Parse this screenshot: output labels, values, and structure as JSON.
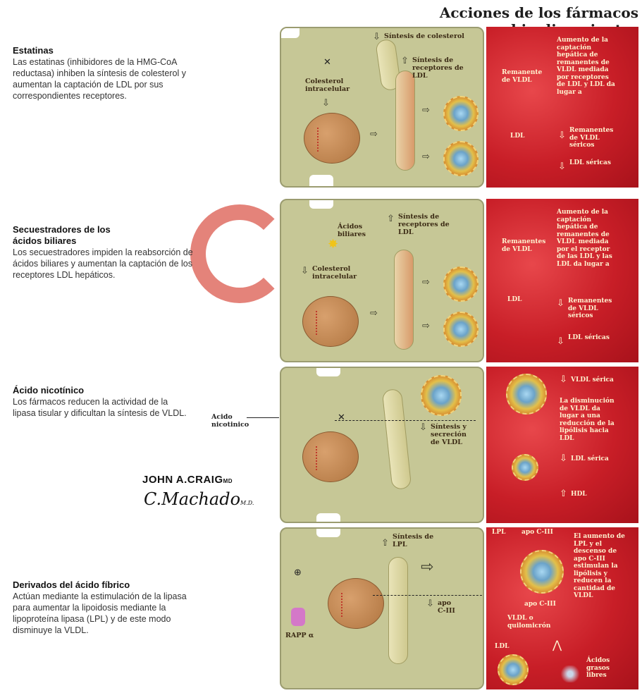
{
  "title": "Acciones de los fármacos hipolipemiantes",
  "sections": [
    {
      "heading": "Estatinas",
      "text": "Las estatinas (inhibidores de la HMG-CoA reductasa) inhiben la síntesis de colesterol y aumentan la captación de LDL por sus correspondientes receptores.",
      "cell_labels": {
        "sintesis_colesterol": "Síntesis de colesterol",
        "sintesis_receptores": "Síntesis de receptores de LDL",
        "colesterol_intracelular": "Colesterol intracelular"
      },
      "blood_labels": {
        "remanente": "Remanente de VLDL",
        "ldl": "LDL",
        "aumento": "Aumento de la captación hepática de remanentes de VLDL mediada por receptores de LDL y LDL da lugar a",
        "rem_sericos": "Remanentes de VLDL séricos",
        "ldl_sericas": "LDL séricas"
      }
    },
    {
      "heading": "Secuestradores de los ácidos biliares",
      "text": "Los secuestradores impiden la reabsorción de ácidos biliares y aumentan la captación de los receptores LDL hepáticos.",
      "cell_labels": {
        "acidos_biliares": "Ácidos biliares",
        "sintesis_receptores": "Síntesis de receptores de LDL",
        "colesterol_intracelular": "Colesterol intracelular"
      },
      "blood_labels": {
        "remanentes": "Remanentes de VLDL",
        "ldl": "LDL",
        "aumento": "Aumento de la captación hepática de remanentes de VLDL mediada por el receptor de las LDL y las LDL da lugar a",
        "rem_sericos": "Remanentes de VLDL séricos",
        "ldl_sericas": "LDL séricas"
      }
    },
    {
      "heading": "Ácido nicotínico",
      "text": "Los fármacos reducen la actividad de la lipasa tisular y dificultan la síntesis de VLDL.",
      "side_label": "Acido nicotinico",
      "cell_labels": {
        "sintesis_secrecion": "Síntesis y secreción de VLDL"
      },
      "blood_labels": {
        "vldl_serica": "VLDL sérica",
        "disminucion": "La disminución de VLDL da lugar a una reducción de la lipólisis hacia LDL",
        "ldl_serica": "LDL sérica",
        "hdl": "HDL"
      }
    },
    {
      "heading": "Derivados del ácido fíbrico",
      "text": "Actúan mediante la estimulación de la lipasa para aumentar la lipoidosis mediante la lipoproteína lipasa (LPL) y de este modo disminuye la VLDL.",
      "cell_labels": {
        "sintesis_lpl": "Síntesis de LPL",
        "apo_c3": "apo C-III",
        "rapp": "RAPP α"
      },
      "blood_labels": {
        "lpl": "LPL",
        "apo_c3_top": "apo C-III",
        "apo_c3_mid": "apo C-III",
        "aumento": "El aumento de LPL y el descenso de apo C-III estimulan la lipólisis y reducen la cantidad de VLDL",
        "vldl_quilomicron": "VLDL o quilomicrón",
        "ldl": "LDL",
        "acidos_grasos": "Ácidos grasos libres"
      }
    }
  ],
  "signature": {
    "line1": "JOHN A.CRAIG",
    "line1_suffix": "MD",
    "line2": "C.Machado",
    "line2_suffix": "M.D."
  }
}
